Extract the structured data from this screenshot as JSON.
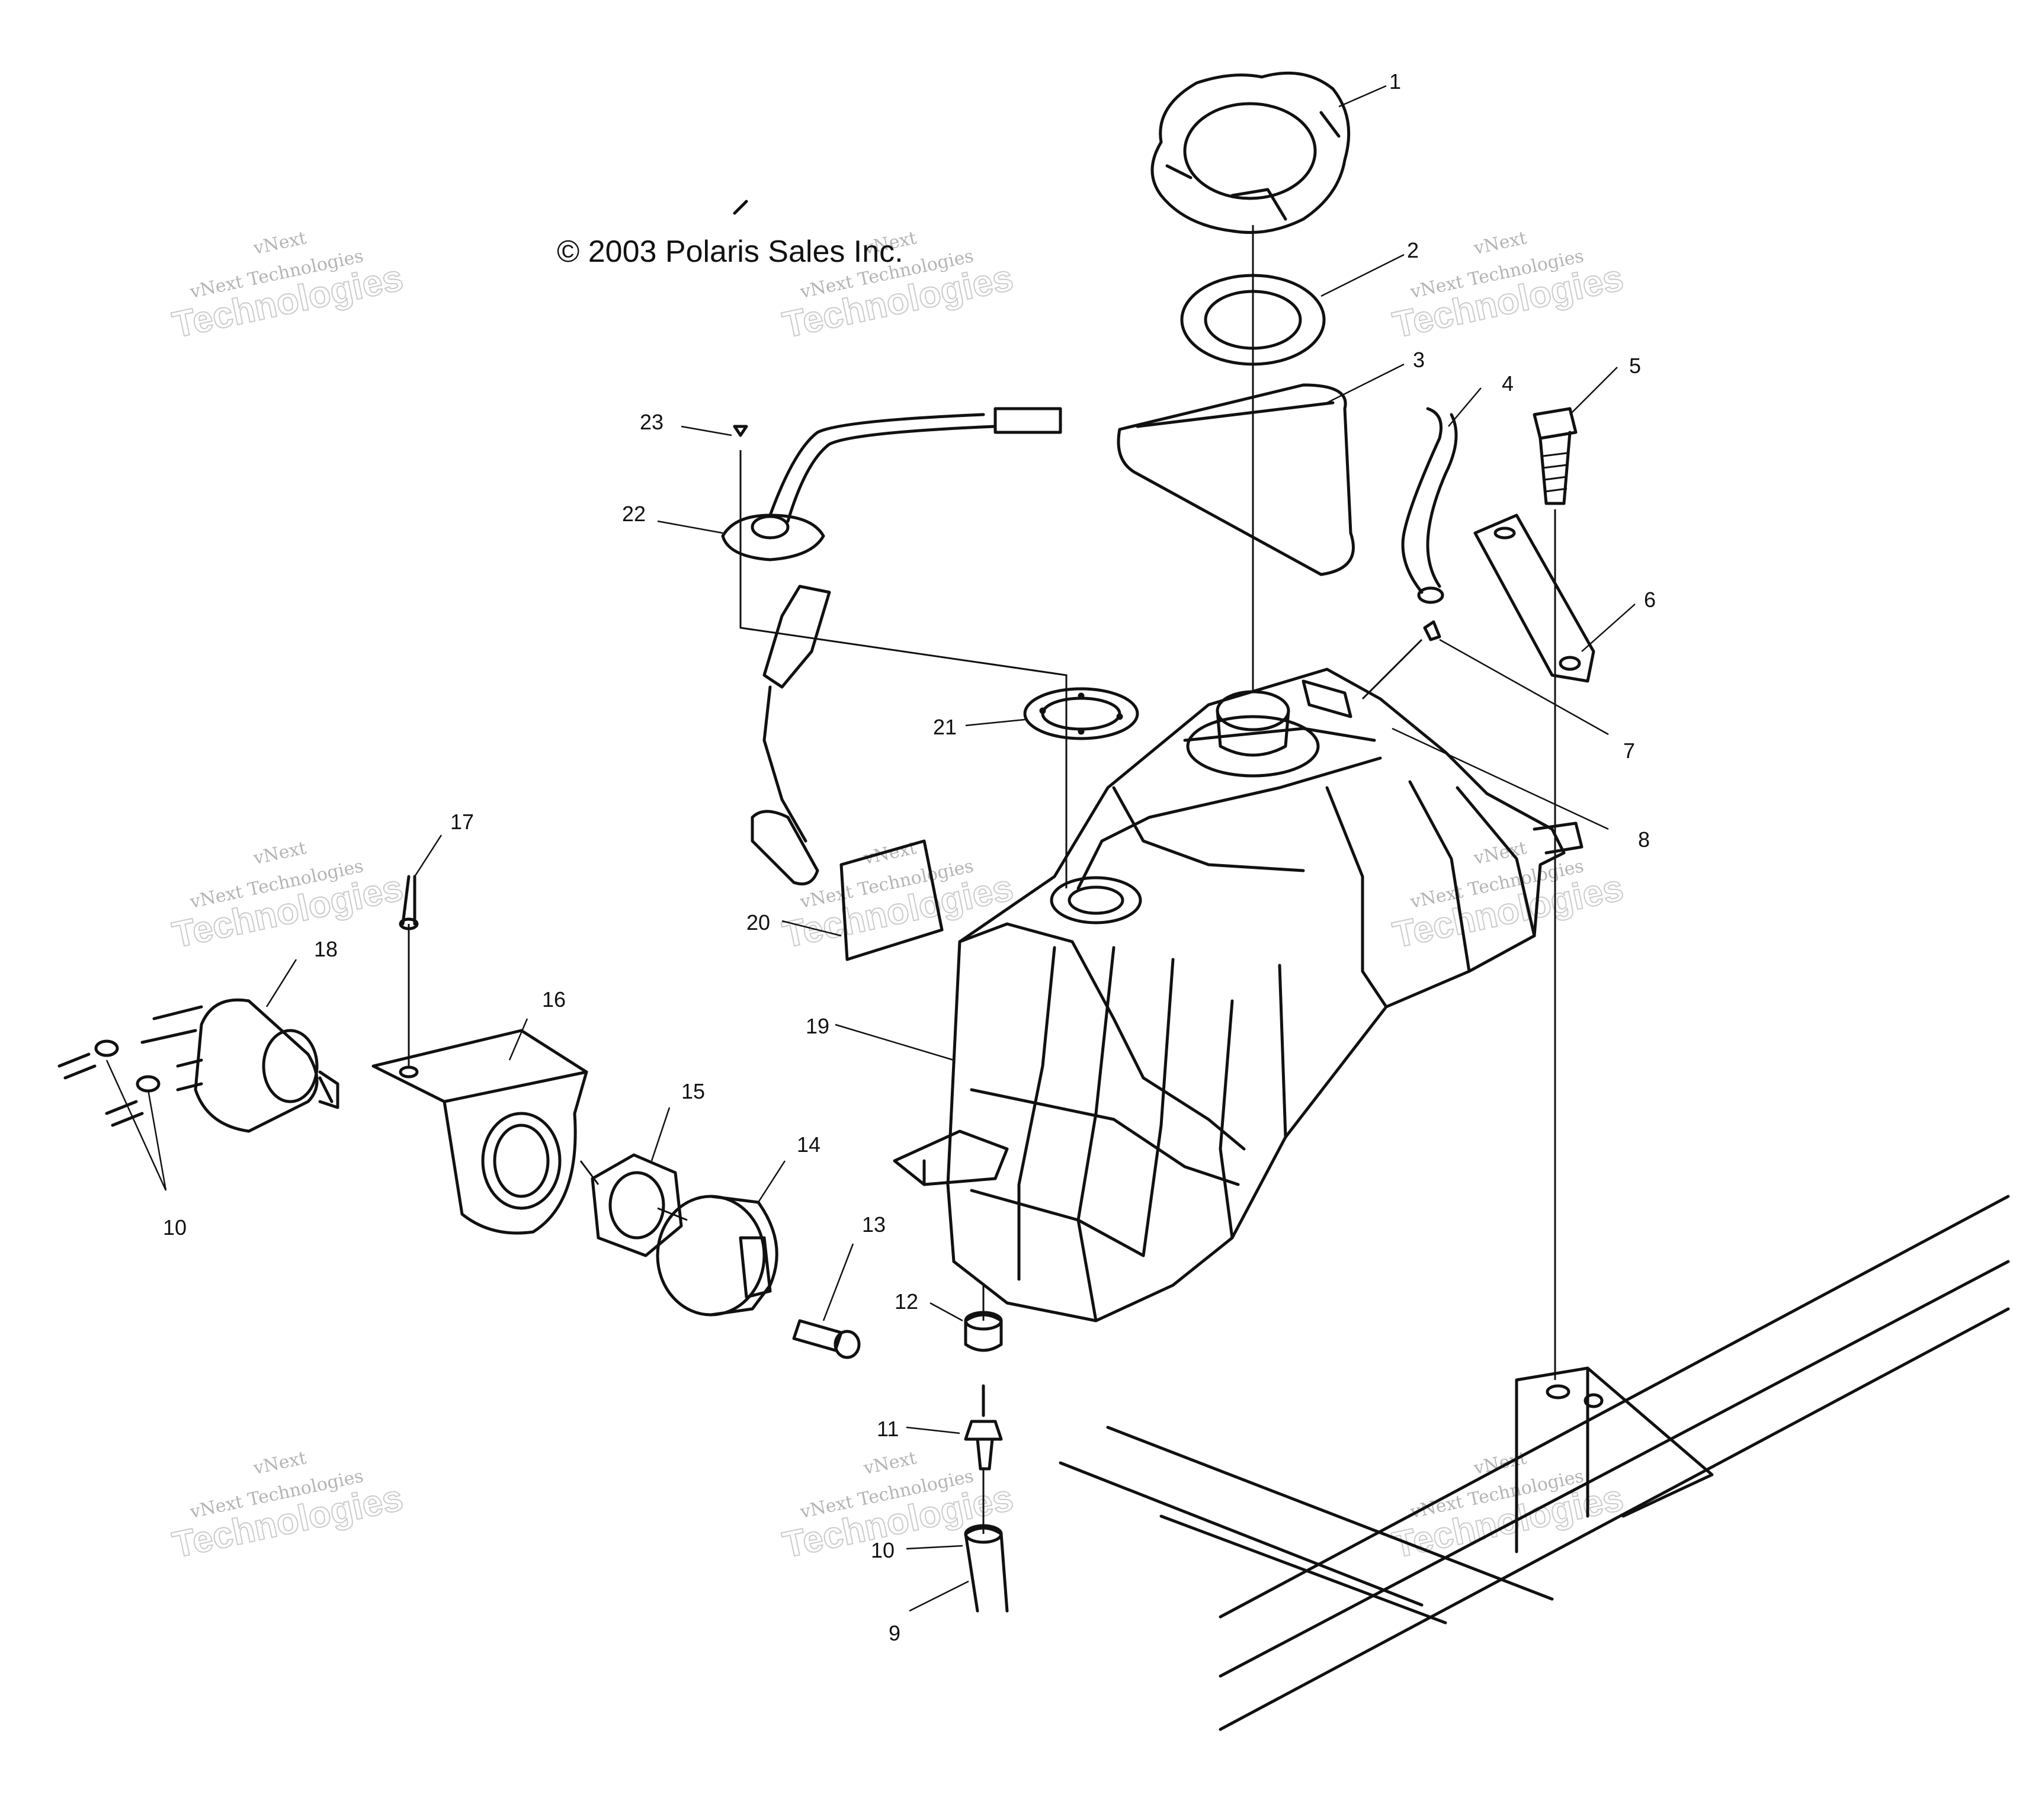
{
  "copyright": "© 2003 Polaris Sales Inc.",
  "watermark": {
    "top": "vNext",
    "middle": "vNext Technologies",
    "bottom": "Technologies"
  },
  "callouts": {
    "c1": "1",
    "c2": "2",
    "c3": "3",
    "c4": "4",
    "c5": "5",
    "c6": "6",
    "c7": "7",
    "c8": "8",
    "c9": "9",
    "c10a": "10",
    "c10b": "10",
    "c11": "11",
    "c12": "12",
    "c13": "13",
    "c14": "14",
    "c15": "15",
    "c16": "16",
    "c17": "17",
    "c18": "18",
    "c19": "19",
    "c20": "20",
    "c21": "21",
    "c22": "22",
    "c23": "23"
  }
}
